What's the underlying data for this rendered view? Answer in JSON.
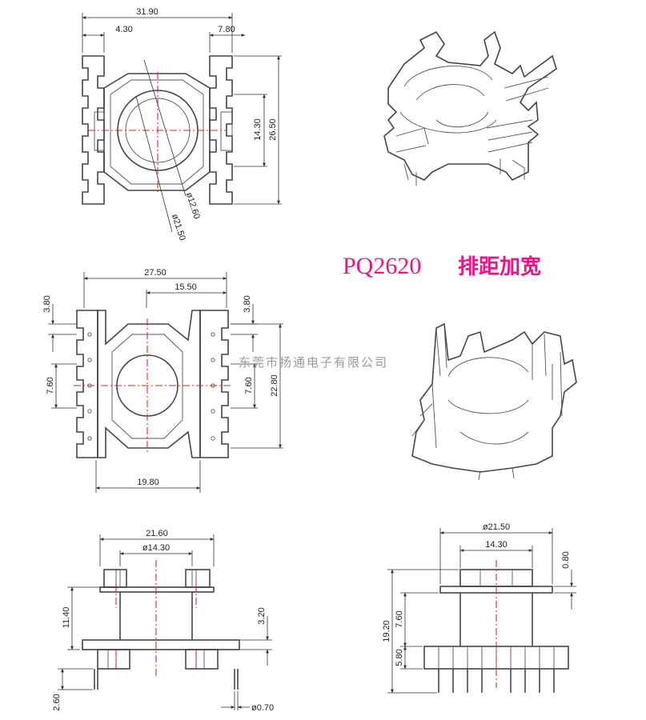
{
  "title": {
    "model": "PQ2620",
    "subtitle": "排距加宽"
  },
  "watermark": "东莞市扬通电子有限公司",
  "top_view": {
    "width": "31.90",
    "left_offset": "4.30",
    "right_offset": "7.80",
    "inner_height": "14.30",
    "outer_height": "26.50",
    "diameter_inner": "ø12.60",
    "diameter_outer": "ø21.50"
  },
  "bottom_view": {
    "width": "27.50",
    "center_span": "15.50",
    "pin_pitch_left": "3.80",
    "pin_pitch_right": "3.80",
    "inner_left": "7.60",
    "inner_right": "7.60",
    "height": "22.80",
    "base_width": "19.80"
  },
  "side_view_left": {
    "width": "21.60",
    "diameter": "ø14.30",
    "height": "11.40",
    "flange": "3.20",
    "pin_length": "2.60",
    "pin_diameter": "ø0.70"
  },
  "side_view_right": {
    "diameter": "ø21.50",
    "inner": "14.30",
    "top_flange": "0.80",
    "total_height": "19.20",
    "mid_height": "7.60",
    "base_height": "5.80"
  },
  "colors": {
    "title": "#e6168c",
    "centerline": "#e8202a",
    "outline": "#444444"
  }
}
